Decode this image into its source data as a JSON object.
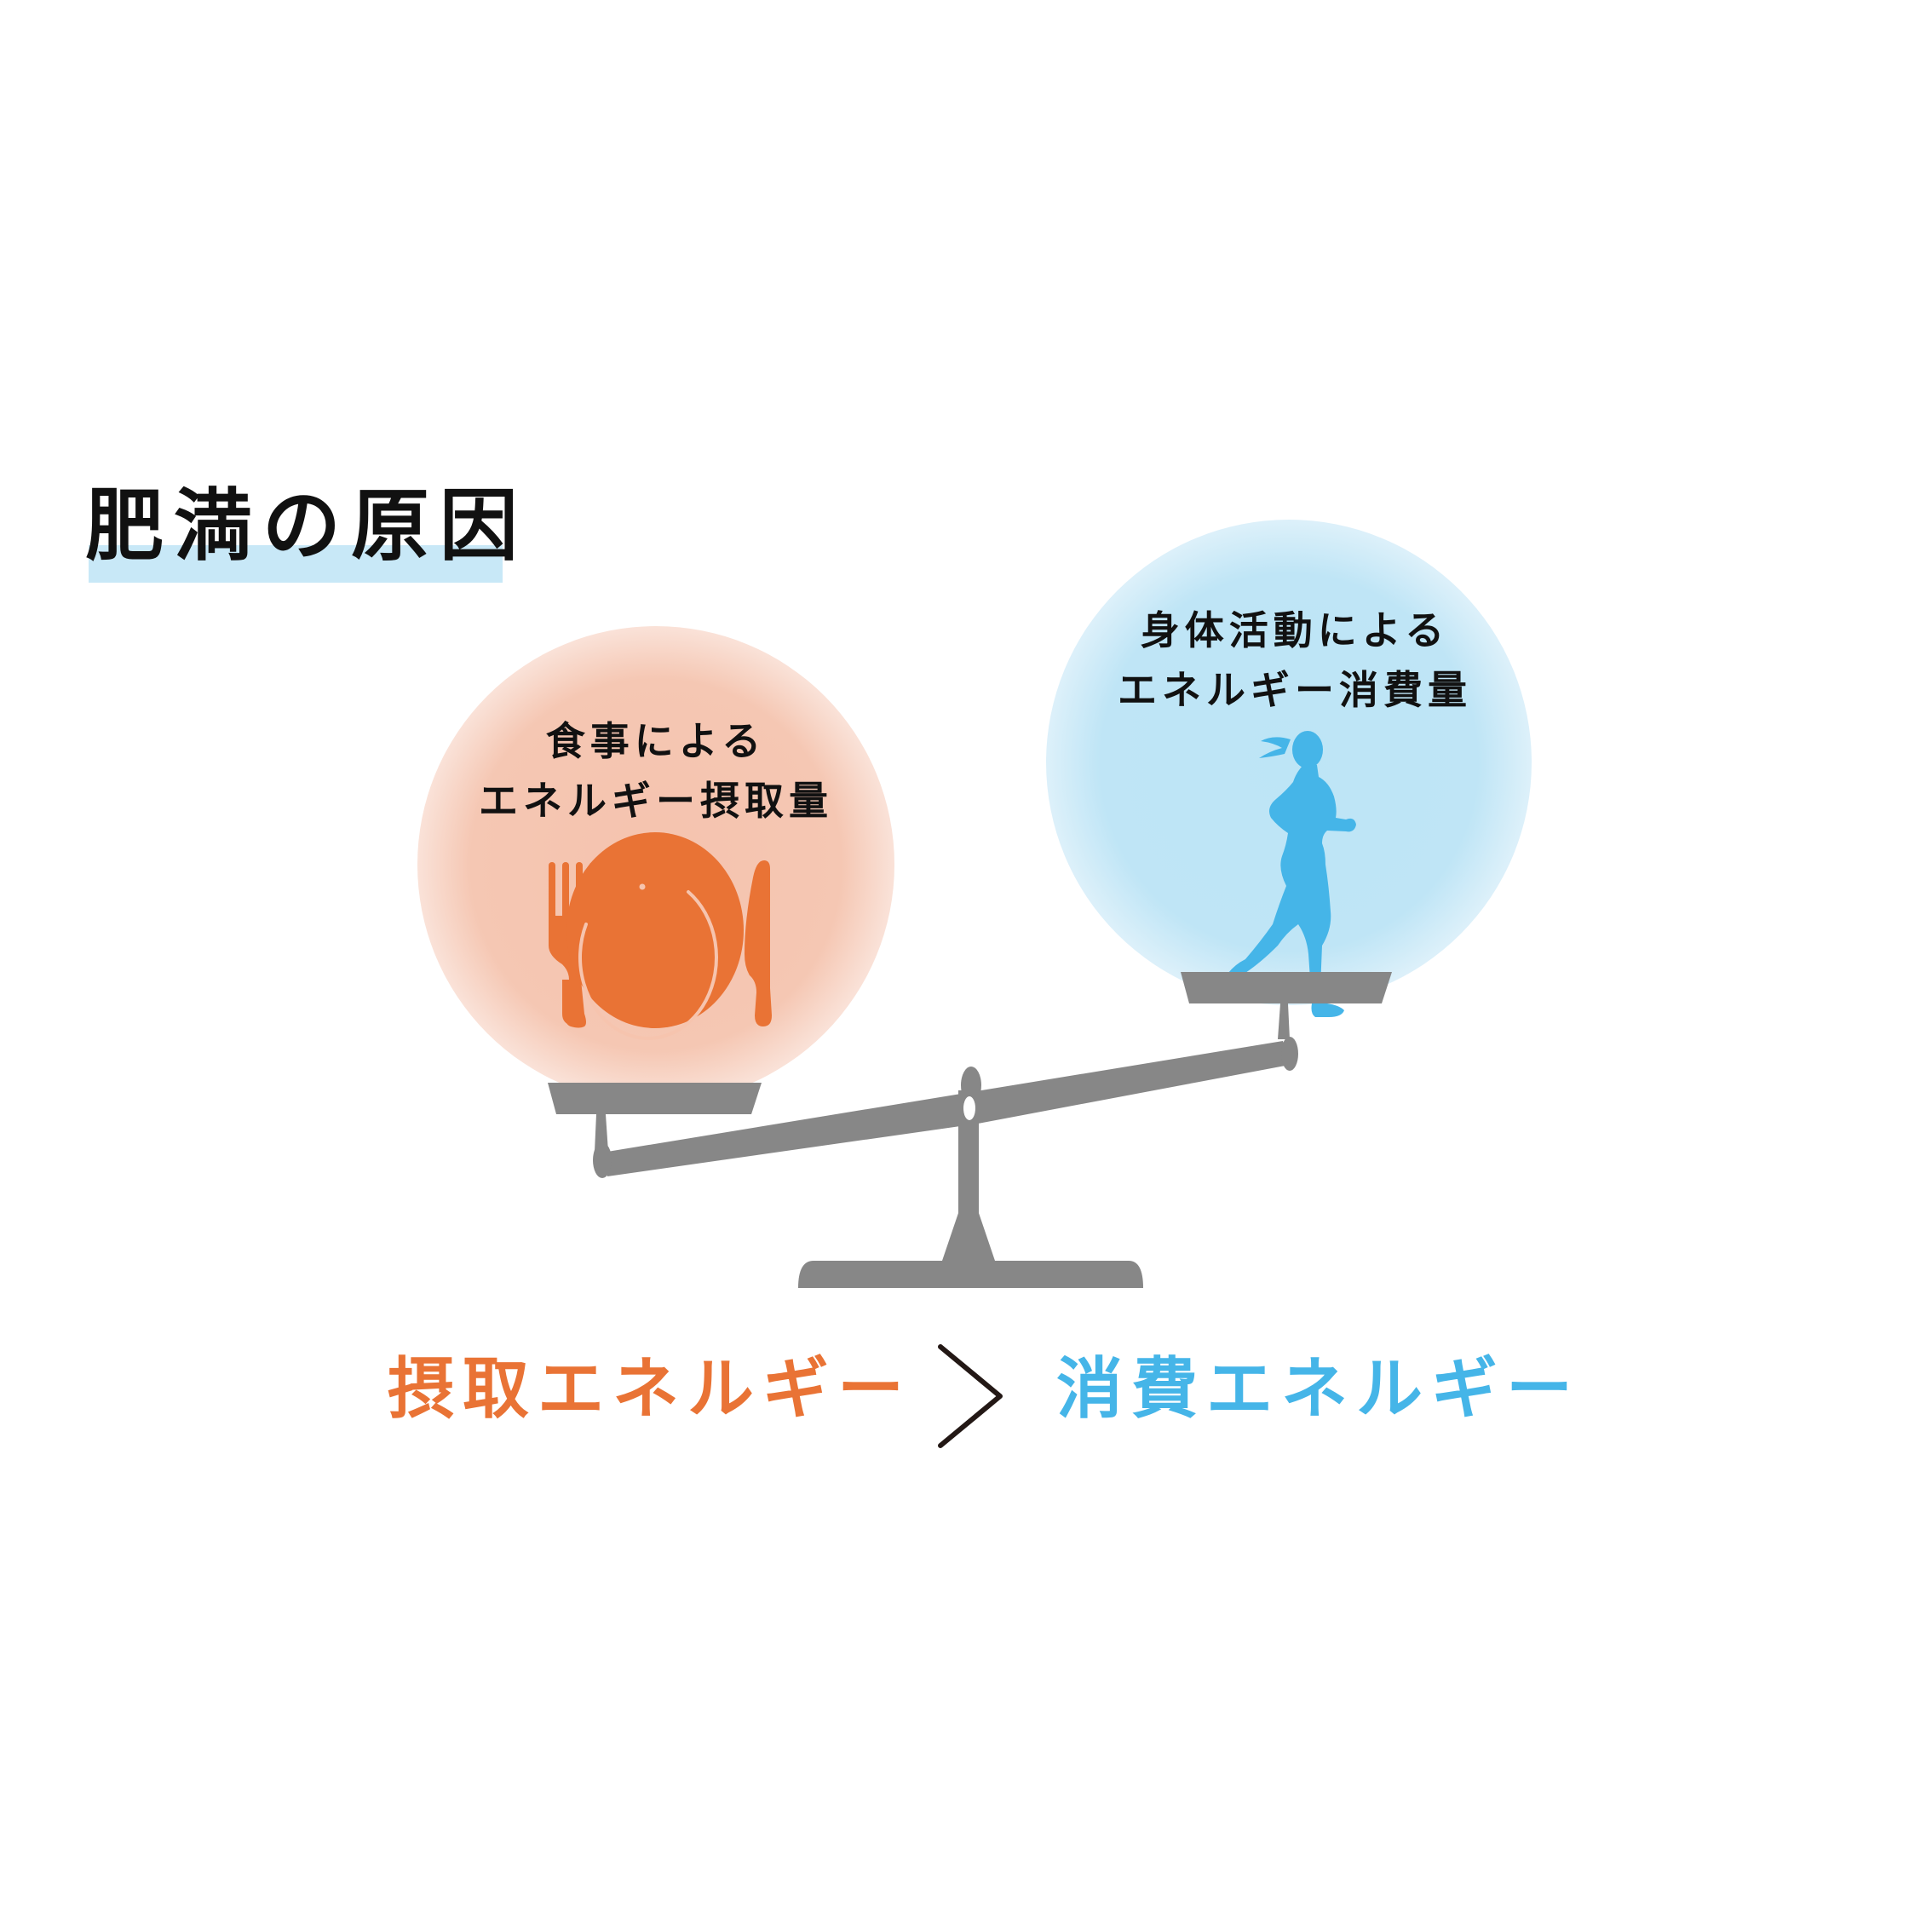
{
  "title": "肥満の原因",
  "left_pan": {
    "label_line1": "食事による",
    "label_line2": "エネルギー摂取量",
    "icon": "plate-fork-knife-icon",
    "color": "#e97335",
    "glow_color": "#f5c3ae"
  },
  "right_pan": {
    "label_line1": "身体活動による",
    "label_line2": "エネルギー消費量",
    "icon": "running-woman-icon",
    "color": "#45b5e8",
    "glow_color": "#bde5f6"
  },
  "scale": {
    "icon": "balance-scale-icon",
    "color": "#878787",
    "tilt": "left side down"
  },
  "comparison": {
    "left": "摂取エネルギー",
    "operator": "＞",
    "right": "消費エネルギー",
    "left_color": "#e97335",
    "right_color": "#45b5e8"
  }
}
